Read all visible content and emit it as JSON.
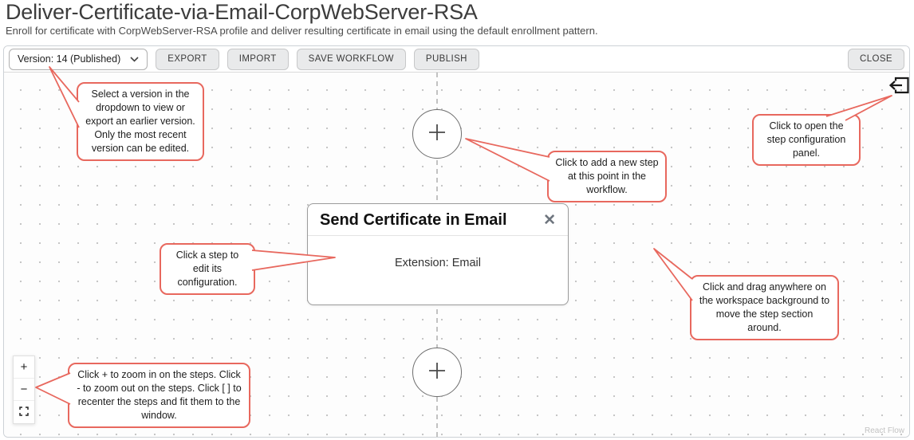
{
  "header": {
    "title": "Deliver-Certificate-via-Email-CorpWebServer-RSA",
    "subtitle": "Enroll for certificate with CorpWebServer-RSA profile and deliver resulting certificate in email using the default enrollment pattern."
  },
  "toolbar": {
    "version_select_value": "Version: 14 (Published)",
    "export_label": "EXPORT",
    "import_label": "IMPORT",
    "save_workflow_label": "SAVE WORKFLOW",
    "publish_label": "PUBLISH",
    "close_label": "CLOSE"
  },
  "canvas": {
    "node": {
      "title": "Send Certificate in Email",
      "body": "Extension: Email",
      "close_glyph": "✕"
    },
    "controls": {
      "zoom_in_glyph": "+",
      "zoom_out_glyph": "−"
    },
    "attribution": "React Flow"
  },
  "callouts": {
    "version": "Select a version in the dropdown to view or export an earlier version. Only the most recent version can be edited.",
    "add_step": "Click to add a new step at this point in the workflow.",
    "open_panel": "Click to open the step configuration panel.",
    "edit_step": "Click a step to edit its configuration.",
    "drag_workspace": "Click and drag anywhere on the workspace background to move the step section around.",
    "zoom_controls": "Click + to zoom in on the steps. Click - to zoom out on the steps. Click [ ] to recenter the steps and fit them to the window."
  },
  "colors": {
    "callout_accent": "#e8685e",
    "connector": "#b4b4b4"
  }
}
